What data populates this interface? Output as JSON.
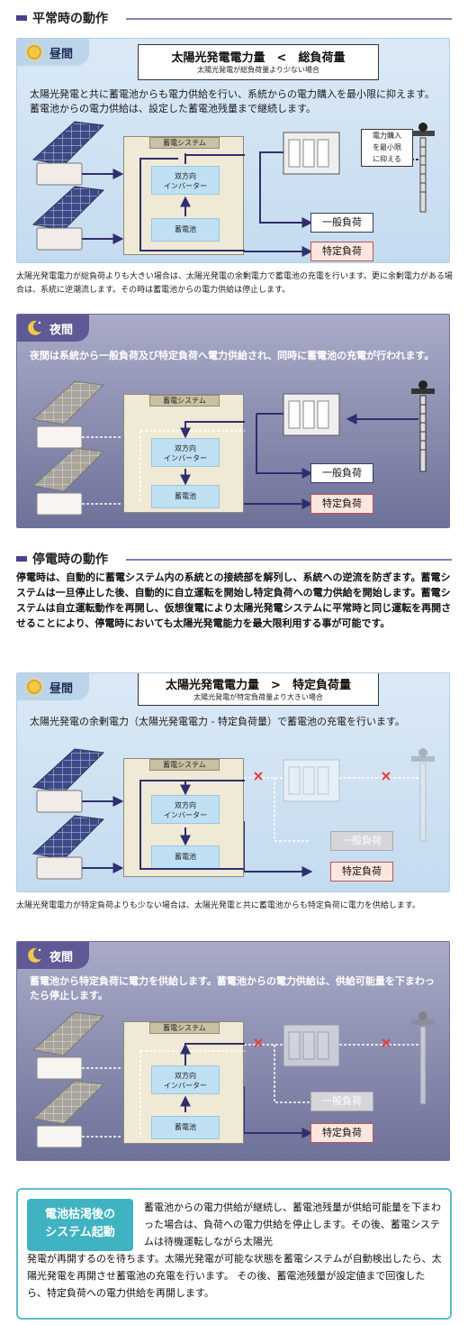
{
  "normal": {
    "title": "平常時の動作",
    "day": {
      "label": "昼間",
      "compare_main": "太陽光発電電力量　<　総負荷量",
      "compare_sub": "太陽光発電が総負荷量より少ない場合",
      "desc": "太陽光発電と共に蓄電池からも電力供給を行い、系統からの電力購入を最小限に抑えます。蓄電池からの電力供給は、設定した蓄電池残量まで継続します。",
      "callout": [
        "電力購入",
        "を最小限",
        "に抑える"
      ]
    },
    "day_note": "太陽光発電電力が総負荷よりも大きい場合は、太陽光発電の余剰電力で蓄電池の充電を行います。更に余剰電力がある場合は、系統に逆潮流します。その時は蓄電池からの電力供給は停止します。",
    "night": {
      "label": "夜間",
      "desc": "夜間は系統から一般負荷及び特定負荷へ電力供給され、同時に蓄電池の充電が行われます。"
    }
  },
  "outage": {
    "title": "停電時の動作",
    "intro": "停電時は、自動的に蓄電システム内の系統との接続部を解列し、系統への逆流を防ぎます。蓄電システムは一旦停止した後、自動的に自立運転を開始し特定負荷への電力供給を開始します。蓄電システムは自立運転動作を再開し、仮想復電により太陽光発電システムに平常時と同じ運転を再開させることにより、停電時においても太陽光発電能力を最大限利用する事が可能です。",
    "day": {
      "label": "昼間",
      "compare_main": "太陽光発電電力量　>　特定負荷量",
      "compare_sub": "太陽光発電が特定負荷量より大きい場合",
      "desc": "太陽光発電の余剰電力（太陽光発電電力 - 特定負荷量）で蓄電池の充電を行います。"
    },
    "day_note": "太陽光発電電力が特定負荷よりも少ない場合は、太陽光発電と共に蓄電池からも特定負荷に電力を供給します。",
    "night": {
      "label": "夜間",
      "desc": "蓄電池から特定負荷に電力を供給します。蓄電池からの電力供給は、供給可能量を下まわったら停止します。"
    }
  },
  "diagram": {
    "system": "蓄電システム",
    "inverter_1": "双方向",
    "inverter_2": "インバーター",
    "battery": "蓄電池",
    "general_load": "一般負荷",
    "specific_load": "特定負荷"
  },
  "restart": {
    "tag_1": "電池枯渇後の",
    "tag_2": "システム起動",
    "text_1": "蓄電池からの電力供給が継続し、蓄電池残量が供給可能量を下まわった場合は、負荷への電力供給を停止します。その後、蓄電システムは待機運転しながら太陽光",
    "text_2": "発電が再開するのを待ちます。太陽光発電が可能な状態を蓄電システムが自動検出したら、太陽光発電を再開させ蓄電池の充電を行います。 その後、蓄電池残量が設定値まで回復したら、特定負荷への電力供給を再開します。"
  },
  "colors": {
    "accent": "#4a3f8c",
    "day_panel": "#c4dbef",
    "night_panel": "#6e7199",
    "flow_line": "#2f2f6e",
    "cut_mark": "#e04040",
    "restart_accent": "#3fb3c1"
  }
}
